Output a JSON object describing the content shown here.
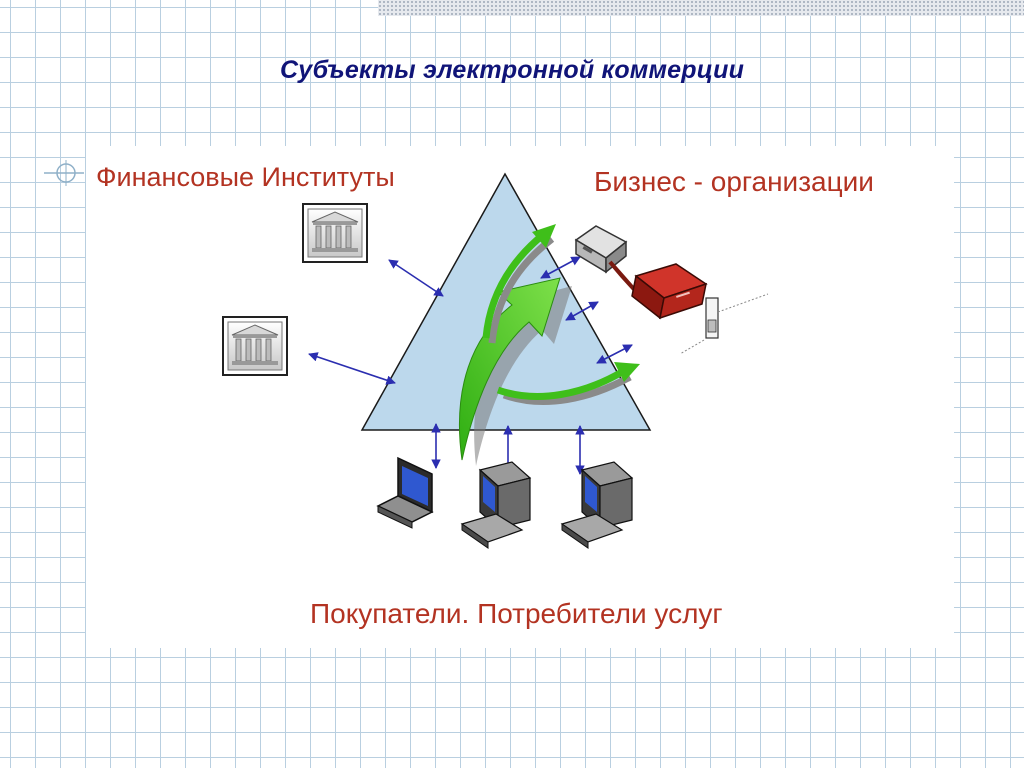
{
  "title": "Субъекты электронной коммерции",
  "labels": {
    "financial": "Финансовые Институты",
    "business": "Бизнес - организации",
    "buyers": "Покупатели. Потребители услуг"
  },
  "icons": {
    "banks": [
      "bank-building-icon",
      "bank-building-icon"
    ],
    "business": [
      "printer-icon",
      "server-box-icon",
      "plug-icon"
    ],
    "computers": [
      "laptop-icon",
      "desktop-computer-icon",
      "desktop-computer-icon"
    ]
  },
  "colors": {
    "title": "#101478",
    "label": "#b33322",
    "triangle": "#bcd8ec",
    "arrow_green": "#44c21a",
    "connector": "#2b2eb0",
    "grid": "#b9cfe0"
  }
}
